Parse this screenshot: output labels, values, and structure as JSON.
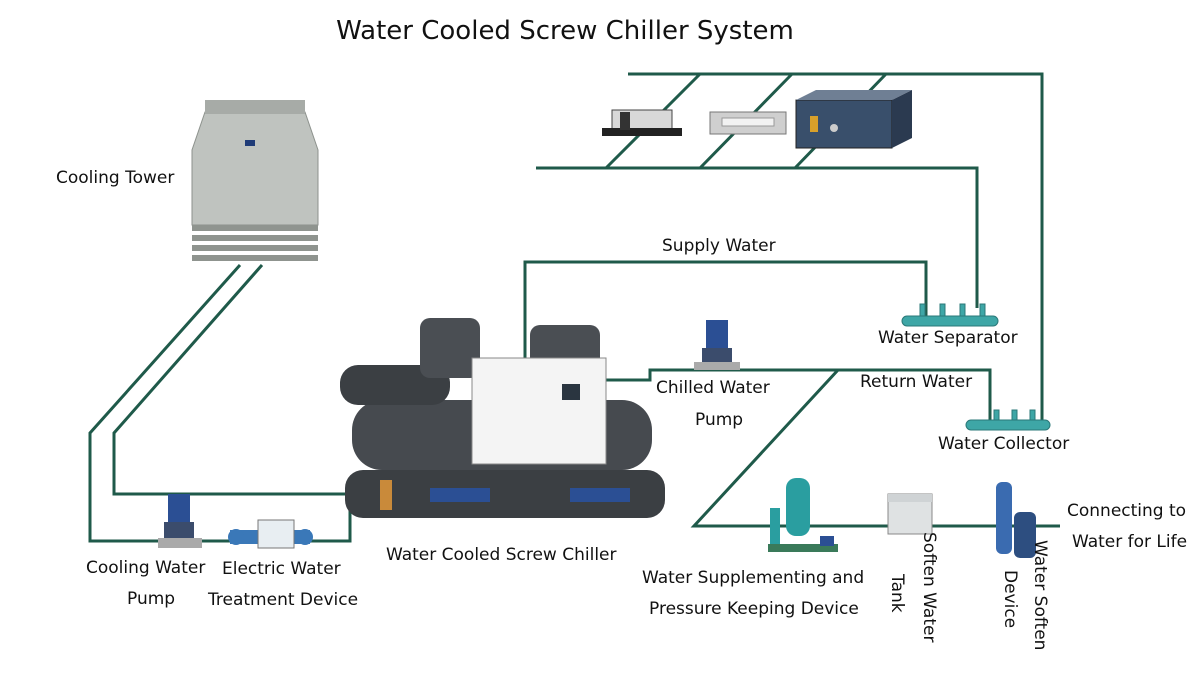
{
  "title": "Water Cooled Screw Chiller System",
  "colors": {
    "pipe": "#1f5a4a",
    "tower": "#b9bdb9",
    "chiller_body": "#3b3f43",
    "panel": "#f4f4f4",
    "pump_blue": "#2b4f94",
    "teal": "#3ea6a6"
  },
  "labels": {
    "cooling_tower": "Cooling Tower",
    "supply_water": "Supply Water",
    "water_separator": "Water Separator",
    "return_water": "Return Water",
    "water_collector": "Water Collector",
    "chilled_pump_1": "Chilled Water",
    "chilled_pump_2": "Pump",
    "cooling_pump_1": "Cooling Water",
    "cooling_pump_2": "Pump",
    "electric_1": "Electric Water",
    "electric_2": "Treatment Device",
    "chiller": "Water Cooled Screw Chiller",
    "supplementing_1": "Water Supplementing and",
    "supplementing_2": "Pressure Keeping Device",
    "soften_tank_1": "Soften Water",
    "soften_tank_2": "Tank",
    "soften_device_1": "Water Soften",
    "soften_device_2": "Device",
    "connect_1": "Connecting to",
    "connect_2": "Water for Life"
  },
  "icons": [
    "fan-coil-unit-icon",
    "cassette-unit-icon",
    "air-handler-icon",
    "cooling-tower-icon",
    "pump-icon",
    "chiller-icon",
    "tank-icon",
    "softener-icon"
  ]
}
